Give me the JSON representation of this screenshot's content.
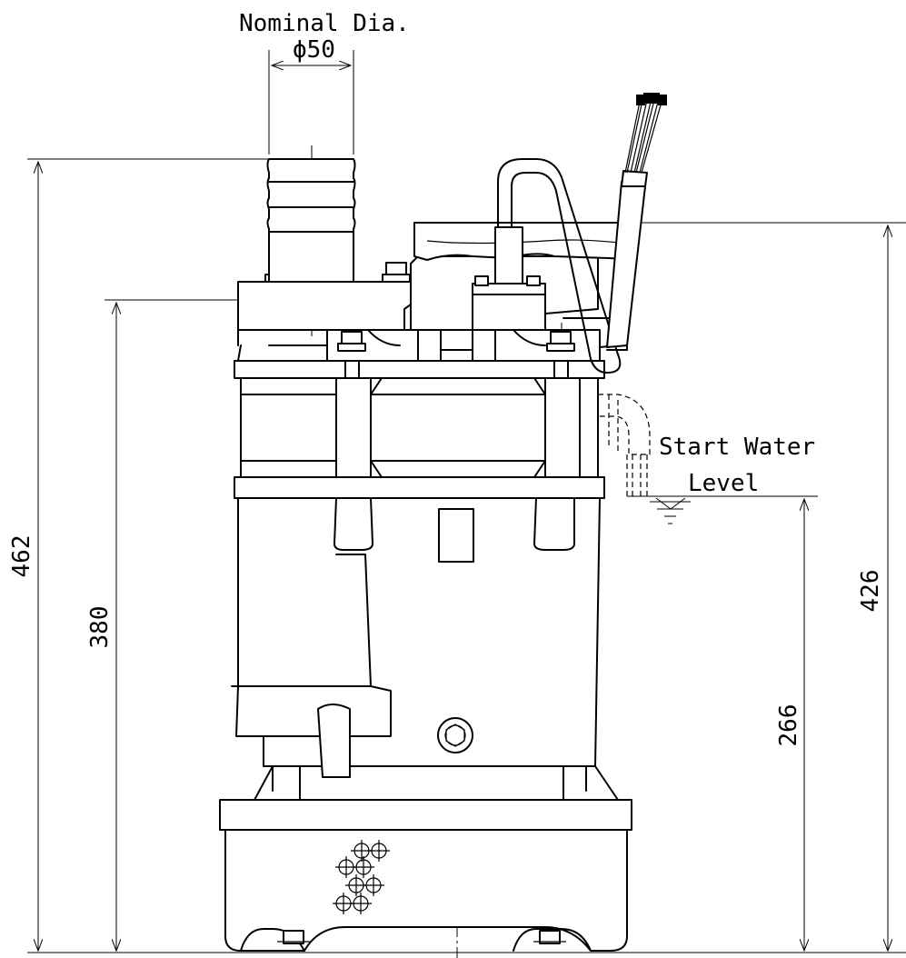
{
  "labels": {
    "nominal_dia": "Nominal Dia.",
    "phi50": "ϕ50",
    "start_water_1": "Start Water",
    "start_water_2": "Level"
  },
  "dimensions": {
    "overall_height": "462",
    "outlet_height": "380",
    "cable_height": "426",
    "water_level_height": "266"
  },
  "colors": {
    "line": "#000000",
    "background": "#ffffff"
  }
}
